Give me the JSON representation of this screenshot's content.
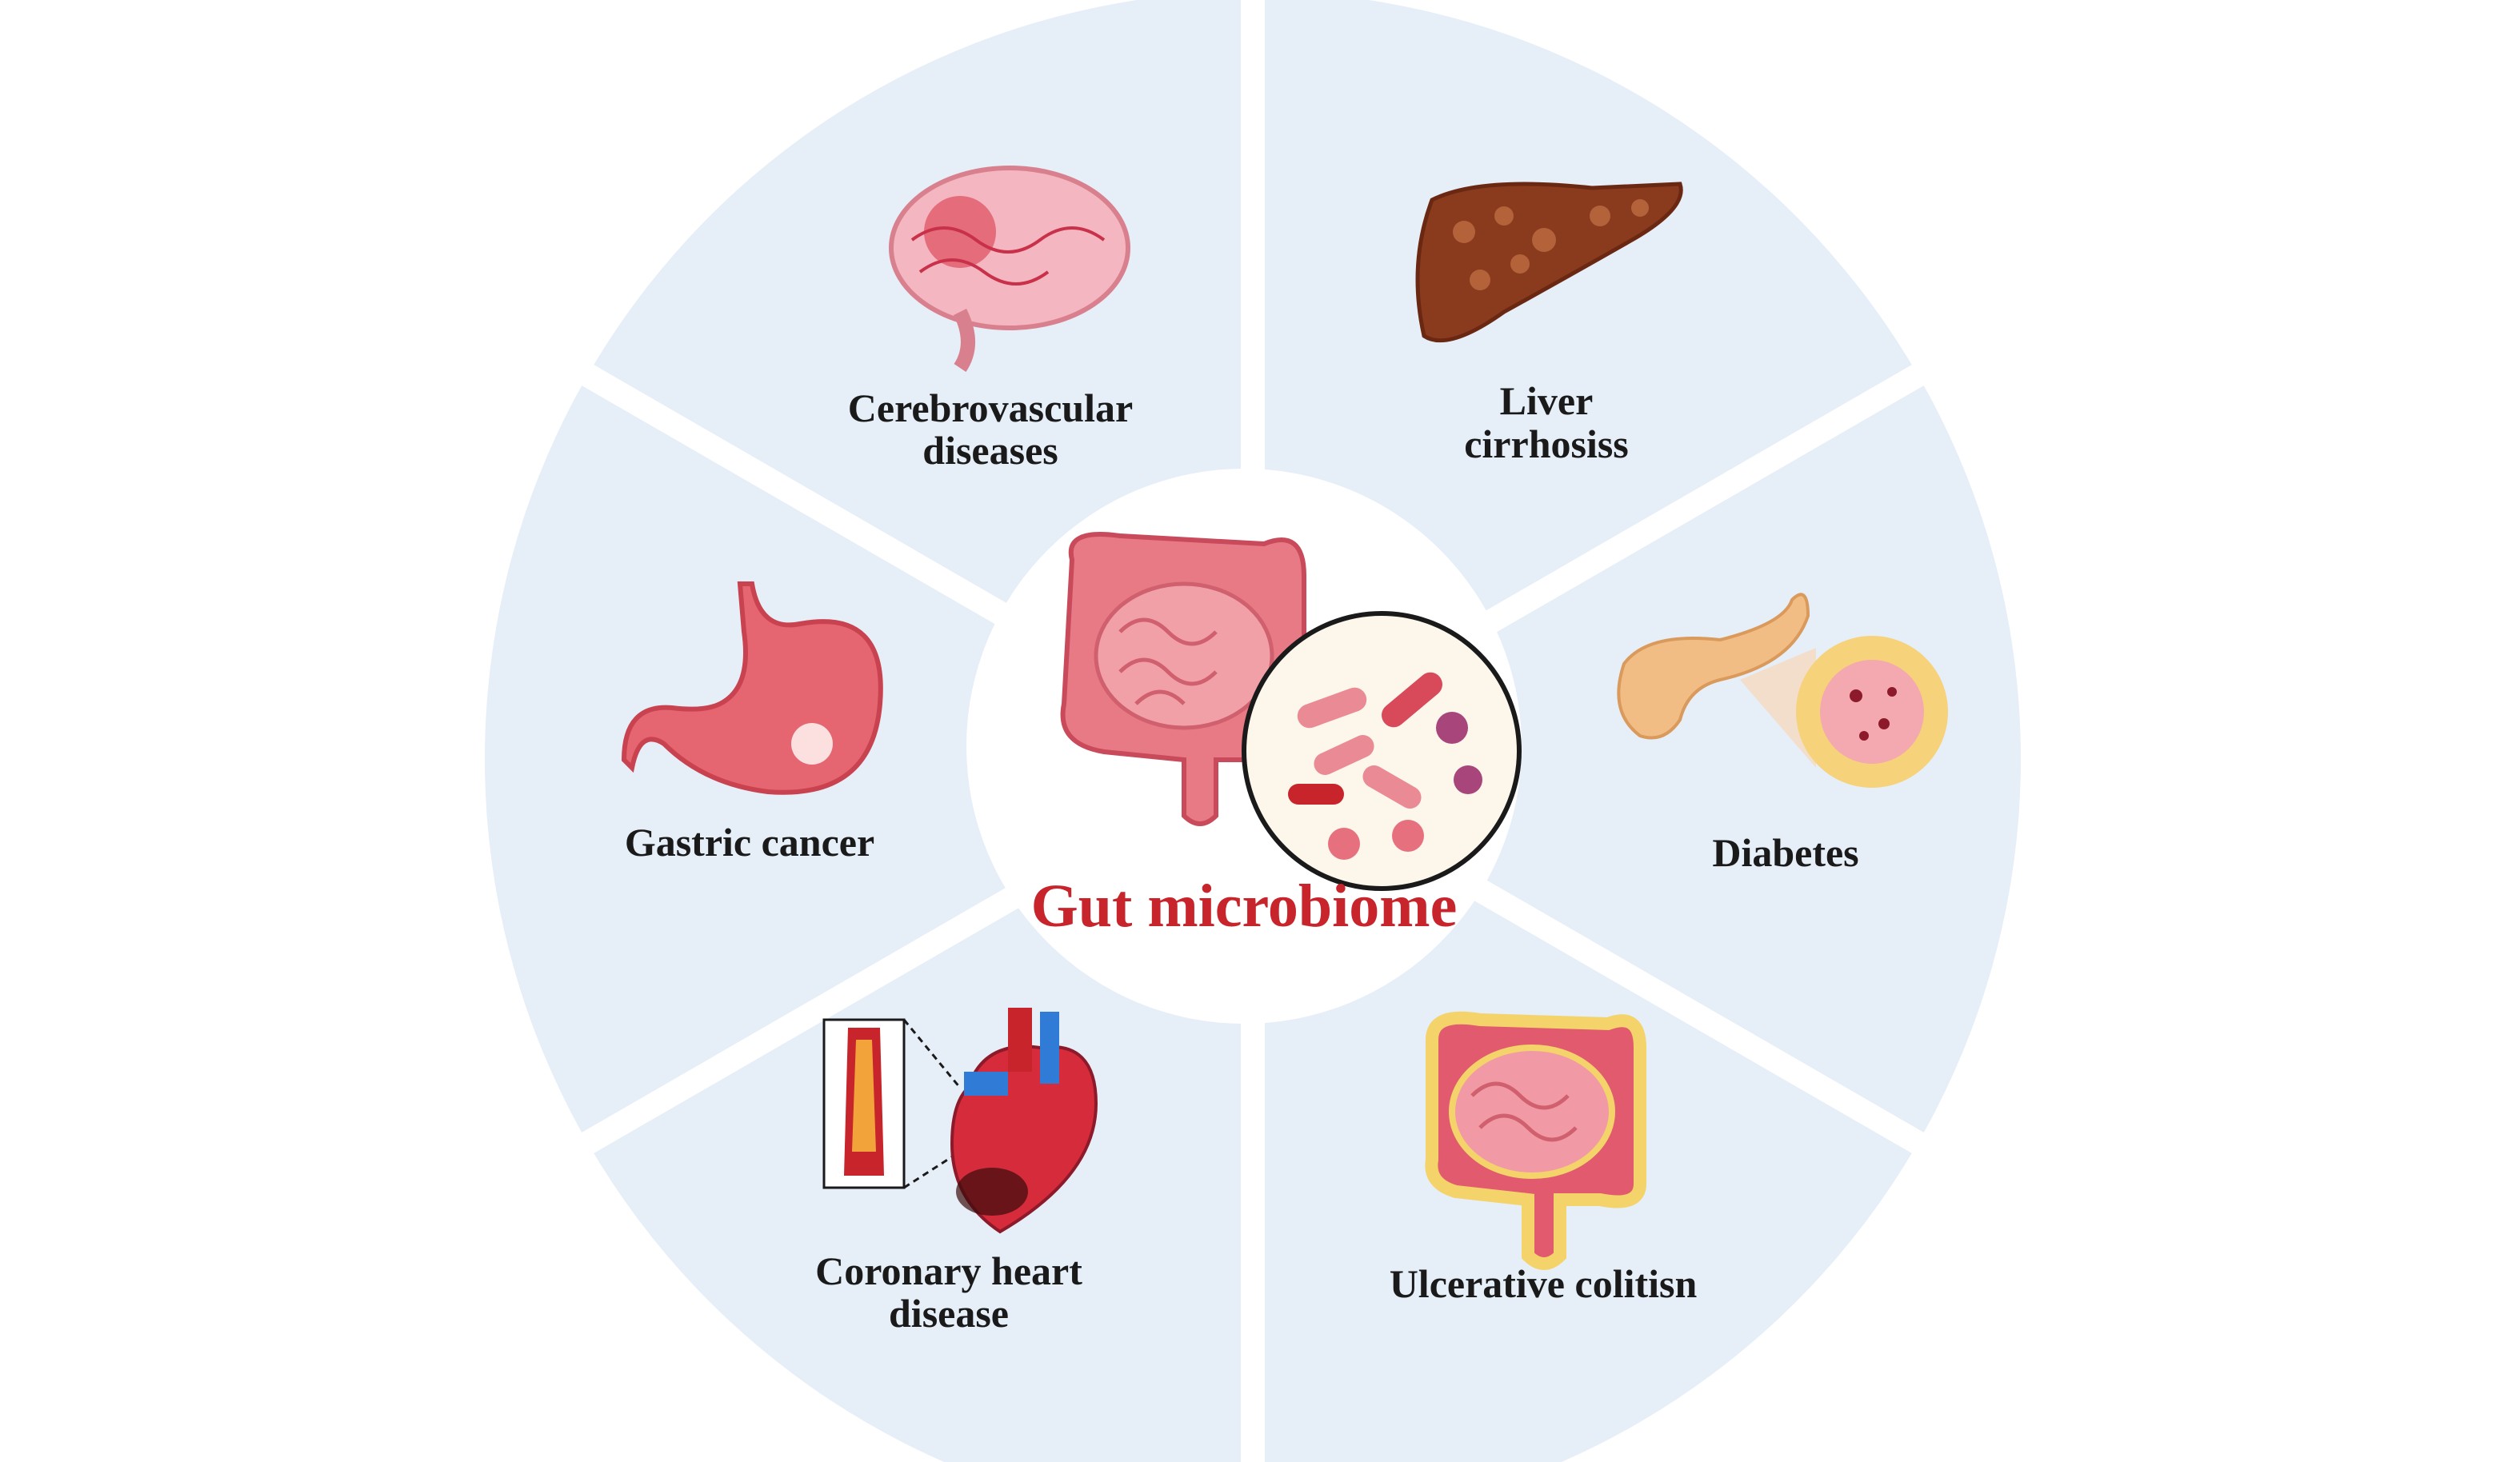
{
  "center": {
    "title": "Gut microbiome"
  },
  "diseases": [
    {
      "line1": "Cerebrovascular",
      "line2": "diseases",
      "icon": "brain-icon"
    },
    {
      "line1": "Liver",
      "line2": "cirrhosiss",
      "icon": "liver-icon"
    },
    {
      "line1": "Gastric cancer",
      "icon": "stomach-icon"
    },
    {
      "line1": "Diabetes",
      "icon": "pancreas-icon"
    },
    {
      "line1": "Coronary heart",
      "line2": "disease",
      "icon": "heart-icon"
    },
    {
      "line1": "Ulcerative colitisn",
      "icon": "inflamed-colon-icon"
    }
  ],
  "colors": {
    "sector": "#e6eef8",
    "title": "#c8242b",
    "text": "#1a1a1a"
  }
}
